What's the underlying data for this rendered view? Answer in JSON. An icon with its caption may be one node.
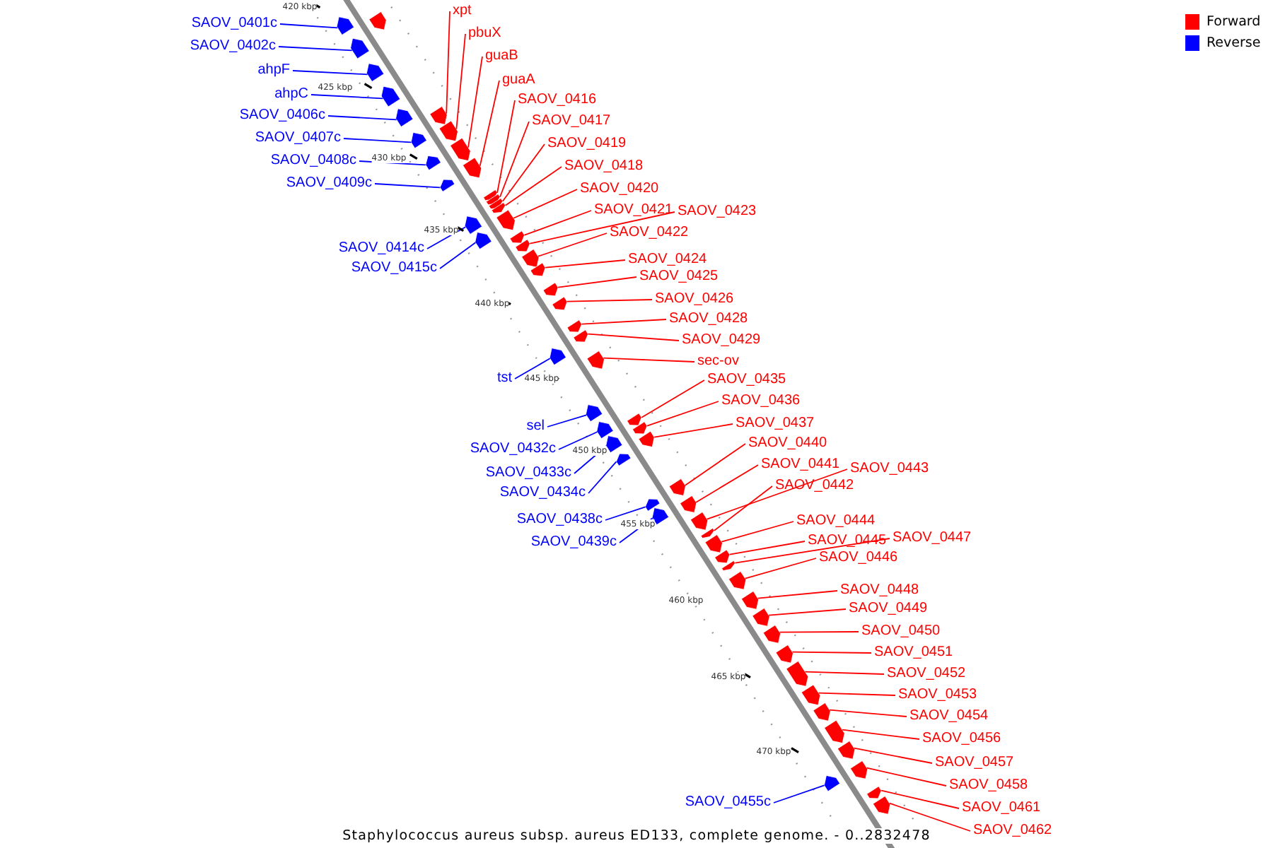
{
  "diagram": {
    "caption": "Staphylococcus aureus subsp. aureus ED133, complete genome. - 0..2832478",
    "nodes": [
      {
        "text": [
          "SAOV_0401c"
        ]
      },
      {
        "text": [
          "SAOV_0402c"
        ]
      },
      {
        "text": [
          "ahpF"
        ]
      },
      {
        "text": [
          "ahpC"
        ]
      },
      {
        "text": [
          "SAOV_0406c"
        ]
      },
      {
        "text": [
          "SAOV_0407c"
        ]
      },
      {
        "text": [
          "SAOV_0408c"
        ]
      },
      {
        "text": [
          "SAOV_0409c"
        ]
      },
      {
        "text": [
          "SAOV_0414c"
        ]
      },
      {
        "text": [
          "SAOV_0415c"
        ]
      },
      {
        "text": [
          "tst"
        ]
      },
      {
        "text": [
          "sel"
        ]
      },
      {
        "text": [
          "SAOV_0432c"
        ]
      },
      {
        "text": [
          "SAOV_0433c"
        ]
      },
      {
        "text": [
          "SAOV_0434c"
        ]
      },
      {
        "text": [
          "SAOV_0438c"
        ]
      },
      {
        "text": [
          "SAOV_0439c"
        ]
      },
      {
        "text": [
          "SAOV_0455c"
        ]
      },
      {
        "text": [
          "xpt"
        ]
      },
      {
        "text": [
          "pbuX"
        ]
      },
      {
        "text": [
          "guaB"
        ]
      },
      {
        "text": [
          "guaA"
        ]
      },
      {
        "text": [
          "SAOV_0416"
        ]
      },
      {
        "text": [
          "SAOV_0417"
        ]
      },
      {
        "text": [
          "SAOV_0419"
        ]
      },
      {
        "text": [
          "SAOV_0418"
        ]
      },
      {
        "text": [
          "SAOV_0420"
        ]
      },
      {
        "text": [
          "SAOV_0421"
        ]
      },
      {
        "text": [
          "SAOV_0423"
        ]
      },
      {
        "text": [
          "SAOV_0422"
        ]
      },
      {
        "text": [
          "SAOV_0424"
        ]
      },
      {
        "text": [
          "SAOV_0425"
        ]
      },
      {
        "text": [
          "SAOV_0426"
        ]
      },
      {
        "text": [
          "SAOV_0428"
        ]
      },
      {
        "text": [
          "SAOV_0429"
        ]
      },
      {
        "text": [
          "sec-ov"
        ]
      },
      {
        "text": [
          "SAOV_0435"
        ]
      },
      {
        "text": [
          "SAOV_0436"
        ]
      },
      {
        "text": [
          "SAOV_0437"
        ]
      },
      {
        "text": [
          "SAOV_0440"
        ]
      },
      {
        "text": [
          "SAOV_0441"
        ]
      },
      {
        "text": [
          "SAOV_0443"
        ]
      },
      {
        "text": [
          "SAOV_0442"
        ]
      },
      {
        "text": [
          "SAOV_0444"
        ]
      },
      {
        "text": [
          "SAOV_0445"
        ]
      },
      {
        "text": [
          "SAOV_0447"
        ]
      },
      {
        "text": [
          "SAOV_0446"
        ]
      },
      {
        "text": [
          "SAOV_0448"
        ]
      },
      {
        "text": [
          "SAOV_0449"
        ]
      },
      {
        "text": [
          "SAOV_0450"
        ]
      },
      {
        "text": [
          "SAOV_0451"
        ]
      },
      {
        "text": [
          "SAOV_0452"
        ]
      },
      {
        "text": [
          "SAOV_0453"
        ]
      },
      {
        "text": [
          "SAOV_0454"
        ]
      },
      {
        "text": [
          "SAOV_0456"
        ]
      },
      {
        "text": [
          "SAOV_0457"
        ]
      },
      {
        "text": [
          "SAOV_0458"
        ]
      },
      {
        "text": [
          "SAOV_0461"
        ]
      },
      {
        "text": [
          "SAOV_0462"
        ]
      },
      {
        "text": [],
        "shape": "arrow"
      },
      {
        "text": [],
        "shape": "arrow"
      },
      {
        "text": [],
        "shape": "arrow"
      },
      {
        "text": [],
        "shape": "arrow"
      },
      {
        "text": [],
        "shape": "arrow"
      },
      {
        "text": [],
        "shape": "arrow"
      },
      {
        "text": [],
        "shape": "arrow"
      },
      {
        "text": [],
        "shape": "arrow"
      },
      {
        "text": [],
        "shape": "arrow"
      },
      {
        "text": [],
        "shape": "arrow"
      },
      {
        "text": [],
        "shape": "arrow"
      },
      {
        "text": [],
        "shape": "arrow"
      },
      {
        "text": [],
        "shape": "arrow"
      },
      {
        "text": [],
        "shape": "arrow"
      },
      {
        "text": [],
        "shape": "arrow"
      },
      {
        "text": [],
        "shape": "arrow"
      },
      {
        "text": [],
        "shape": "arrow"
      },
      {
        "text": [],
        "shape": "arrow"
      },
      {
        "text": [],
        "shape": "arrow"
      },
      {
        "text": [],
        "shape": "arrow"
      },
      {
        "text": [],
        "shape": "arrow"
      },
      {
        "text": [],
        "shape": "arrow"
      },
      {
        "text": [],
        "shape": "arrow"
      },
      {
        "text": [],
        "shape": "arrow"
      },
      {
        "text": [],
        "shape": "arrow"
      },
      {
        "text": [],
        "shape": "arrow"
      },
      {
        "text": [],
        "shape": "arrow"
      },
      {
        "text": [],
        "shape": "arrow"
      },
      {
        "text": [],
        "shape": "arrow"
      },
      {
        "text": [],
        "shape": "arrow"
      },
      {
        "text": [],
        "shape": "arrow"
      },
      {
        "text": [],
        "shape": "arrow"
      },
      {
        "text": [],
        "shape": "arrow"
      },
      {
        "text": [],
        "shape": "arrow"
      },
      {
        "text": [],
        "shape": "arrow"
      },
      {
        "text": [],
        "shape": "arrow"
      },
      {
        "text": [],
        "shape": "arrow"
      },
      {
        "text": [],
        "shape": "arrow"
      },
      {
        "text": [],
        "shape": "arrow"
      },
      {
        "text": [],
        "shape": "arrow"
      },
      {
        "text": [],
        "shape": "arrow"
      },
      {
        "text": [],
        "shape": "arrow"
      },
      {
        "text": [],
        "shape": "arrow"
      },
      {
        "text": [],
        "shape": "arrow"
      },
      {
        "text": [],
        "shape": "arrow"
      },
      {
        "text": [],
        "shape": "arrow"
      },
      {
        "text": [],
        "shape": "arrow"
      },
      {
        "text": [],
        "shape": "arrow"
      },
      {
        "text": [],
        "shape": "arrow"
      },
      {
        "text": [],
        "shape": "arrow"
      },
      {
        "text": [],
        "shape": "arrow"
      },
      {
        "text": [],
        "shape": "arrow"
      },
      {
        "text": [],
        "shape": "arrow"
      },
      {
        "text": [],
        "shape": "arrow"
      },
      {
        "text": [],
        "shape": "arrow"
      },
      {
        "text": [],
        "shape": "arrow"
      },
      {
        "text": [],
        "shape": "arrow"
      },
      {
        "text": [],
        "shape": "arrow"
      },
      {
        "text": [],
        "shape": "arrow"
      },
      {
        "text": [],
        "shape": "arrow"
      }
    ],
    "edges": [
      {
        "from": 0,
        "to": 59,
        "arrow": "none",
        "color": "#0000ff"
      },
      {
        "from": 1,
        "to": 60,
        "arrow": "none",
        "color": "#0000ff"
      },
      {
        "from": 2,
        "to": 62,
        "arrow": "none",
        "color": "#0000ff"
      },
      {
        "from": 3,
        "to": 63,
        "arrow": "none",
        "color": "#0000ff"
      },
      {
        "from": 4,
        "to": 64,
        "arrow": "none",
        "color": "#0000ff"
      },
      {
        "from": 5,
        "to": 65,
        "arrow": "none",
        "color": "#0000ff"
      },
      {
        "from": 6,
        "to": 66,
        "arrow": "none",
        "color": "#0000ff"
      },
      {
        "from": 7,
        "to": 68,
        "arrow": "none",
        "color": "#0000ff"
      },
      {
        "from": 8,
        "to": 75,
        "arrow": "none",
        "color": "#0000ff"
      },
      {
        "from": 9,
        "to": 78,
        "arrow": "none",
        "color": "#0000ff"
      },
      {
        "from": 10,
        "to": 87,
        "arrow": "none",
        "color": "#0000ff"
      },
      {
        "from": 11,
        "to": 89,
        "arrow": "none",
        "color": "#0000ff"
      },
      {
        "from": 12,
        "to": 90,
        "arrow": "none",
        "color": "#0000ff"
      },
      {
        "from": 13,
        "to": 92,
        "arrow": "none",
        "color": "#0000ff"
      },
      {
        "from": 14,
        "to": 94,
        "arrow": "none",
        "color": "#0000ff"
      },
      {
        "from": 15,
        "to": 96,
        "arrow": "none",
        "color": "#0000ff"
      },
      {
        "from": 16,
        "to": 98,
        "arrow": "none",
        "color": "#0000ff"
      },
      {
        "from": 17,
        "to": 115,
        "arrow": "none",
        "color": "#0000ff"
      },
      {
        "from": 18,
        "to": 67,
        "arrow": "none"
      },
      {
        "from": 19,
        "to": 69,
        "arrow": "none"
      },
      {
        "from": 20,
        "to": 70,
        "arrow": "none"
      },
      {
        "from": 21,
        "to": 71,
        "arrow": "none"
      },
      {
        "from": 22,
        "to": 72,
        "arrow": "none"
      },
      {
        "from": 23,
        "to": 73,
        "arrow": "none"
      },
      {
        "from": 24,
        "to": 74,
        "arrow": "none"
      },
      {
        "from": 25,
        "to": 76,
        "arrow": "none"
      },
      {
        "from": 26,
        "to": 77,
        "arrow": "none"
      },
      {
        "from": 27,
        "to": 79,
        "arrow": "none"
      },
      {
        "from": 28,
        "to": 80,
        "arrow": "none"
      },
      {
        "from": 29,
        "to": 81,
        "arrow": "none"
      },
      {
        "from": 30,
        "to": 82,
        "arrow": "none"
      },
      {
        "from": 31,
        "to": 83,
        "arrow": "none"
      },
      {
        "from": 32,
        "to": 84,
        "arrow": "none"
      },
      {
        "from": 33,
        "to": 85,
        "arrow": "none"
      },
      {
        "from": 34,
        "to": 86,
        "arrow": "none"
      },
      {
        "from": 35,
        "to": 88,
        "arrow": "none"
      },
      {
        "from": 36,
        "to": 91,
        "arrow": "none"
      },
      {
        "from": 37,
        "to": 93,
        "arrow": "none"
      },
      {
        "from": 38,
        "to": 95,
        "arrow": "none"
      },
      {
        "from": 39,
        "to": 97,
        "arrow": "none"
      },
      {
        "from": 40,
        "to": 99,
        "arrow": "none"
      },
      {
        "from": 41,
        "to": 100,
        "arrow": "none"
      },
      {
        "from": 42,
        "to": 101,
        "arrow": "none"
      },
      {
        "from": 43,
        "to": 102,
        "arrow": "none"
      },
      {
        "from": 44,
        "to": 103,
        "arrow": "none"
      },
      {
        "from": 45,
        "to": 104,
        "arrow": "none"
      },
      {
        "from": 46,
        "to": 105,
        "arrow": "none"
      },
      {
        "from": 47,
        "to": 106,
        "arrow": "none"
      },
      {
        "from": 48,
        "to": 107,
        "arrow": "none"
      },
      {
        "from": 49,
        "to": 108,
        "arrow": "none"
      },
      {
        "from": 50,
        "to": 109,
        "arrow": "none"
      },
      {
        "from": 51,
        "to": 110,
        "arrow": "none"
      },
      {
        "from": 52,
        "to": 111,
        "arrow": "none"
      },
      {
        "from": 53,
        "to": 112,
        "arrow": "none"
      },
      {
        "from": 54,
        "to": 113,
        "arrow": "none"
      },
      {
        "from": 55,
        "to": 114,
        "arrow": "none"
      },
      {
        "from": 56,
        "to": 116,
        "arrow": "none"
      },
      {
        "from": 57,
        "to": 117,
        "arrow": "none"
      },
      {
        "from": 58,
        "to": 118,
        "arrow": "none"
      }
    ],
    "labels": [
      "420 kbp",
      "425 kbp",
      "430 kbp",
      "435 kbp",
      "440 kbp",
      "445 kbp",
      "450 kbp",
      "455 kbp",
      "460 kbp",
      "465 kbp",
      "470 kbp"
    ],
    "legend": [
      {
        "text": "Forward",
        "color": "#ff0000"
      },
      {
        "text": "Reverse",
        "color": "#0000ff"
      }
    ]
  }
}
